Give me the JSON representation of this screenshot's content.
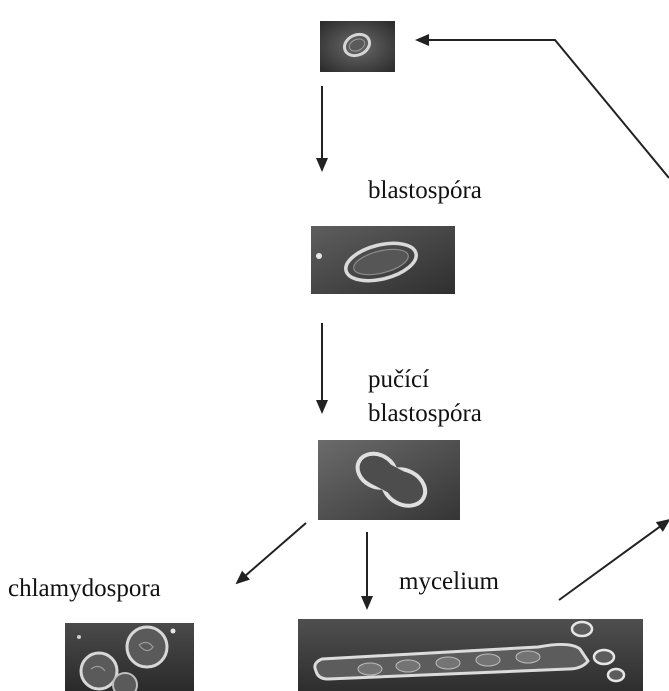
{
  "labels": {
    "blastospora": "blastospóra",
    "budding_line1": "pučící",
    "budding_line2": "blastospóra",
    "chlamydospora": "chlamydospora",
    "mycelium": "mycelium"
  },
  "colors": {
    "background": "#ffffff",
    "text": "#111111",
    "arrow": "#222222",
    "micrograph_dark": "#3a3a3a",
    "micrograph_light": "#d9d9d9"
  },
  "images": [
    {
      "name": "spore-micrograph",
      "subject": "single spore"
    },
    {
      "name": "blastospora-micrograph",
      "subject": "blastospore"
    },
    {
      "name": "budding-blastospora-micrograph",
      "subject": "budding blastospore"
    },
    {
      "name": "chlamydospora-micrograph",
      "subject": "chlamydospores"
    },
    {
      "name": "mycelium-micrograph",
      "subject": "mycelium"
    }
  ]
}
